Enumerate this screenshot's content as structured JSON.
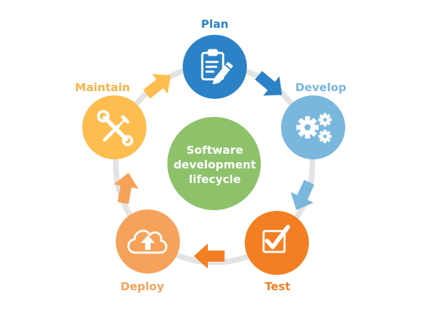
{
  "diagram": {
    "center": {
      "lines": [
        "Software",
        "development",
        "lifecycle"
      ],
      "color": "#8dc26b"
    },
    "ring_color": "#e3e3e3",
    "stages": [
      {
        "name": "plan",
        "label": "Plan",
        "color": "#2b82c6",
        "label_color": "#2b82c6",
        "icon": "clipboard-pencil-icon"
      },
      {
        "name": "develop",
        "label": "Develop",
        "color": "#7ab7dd",
        "label_color": "#7ab7dd",
        "icon": "gears-icon"
      },
      {
        "name": "test",
        "label": "Test",
        "color": "#f47e22",
        "label_color": "#f47e22",
        "icon": "checkbox-icon"
      },
      {
        "name": "deploy",
        "label": "Deploy",
        "color": "#f7a25a",
        "label_color": "#f7a25a",
        "icon": "cloud-upload-icon"
      },
      {
        "name": "maintain",
        "label": "Maintain",
        "color": "#fdbd4f",
        "label_color": "#f9b34a",
        "icon": "wrench-screwdriver-icon"
      }
    ],
    "arrows": [
      {
        "name": "plan-to-develop",
        "color": "#2b82c6"
      },
      {
        "name": "develop-to-test",
        "color": "#7ab7dd"
      },
      {
        "name": "test-to-deploy",
        "color": "#f47e22"
      },
      {
        "name": "deploy-to-maintain",
        "color": "#f7a25a"
      },
      {
        "name": "maintain-to-plan",
        "color": "#fdbd4f"
      }
    ]
  }
}
